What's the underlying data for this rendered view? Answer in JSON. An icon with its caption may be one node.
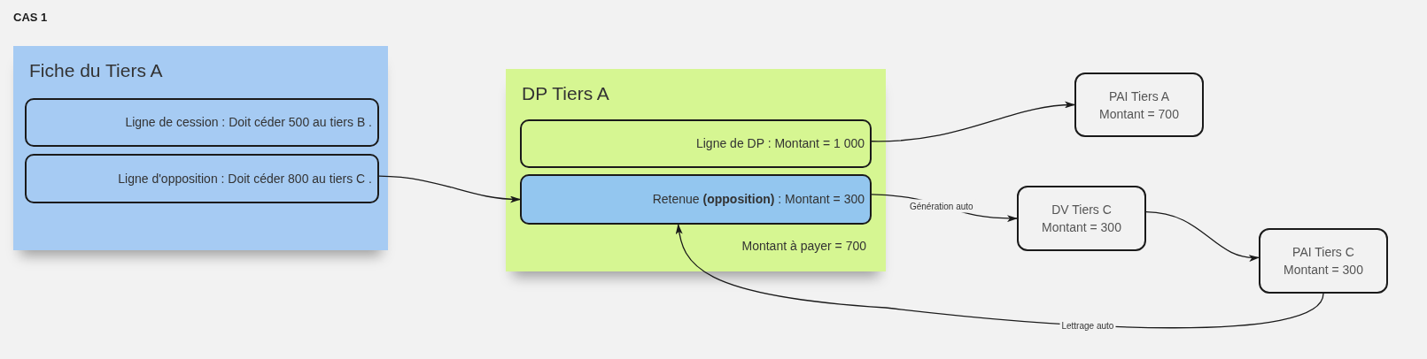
{
  "diagram": {
    "title": "CAS 1",
    "nodes": [
      {
        "text": [
          "Fiche du Tiers A"
        ]
      },
      {
        "text": [
          "Ligne de cession : Doit céder 500 au tiers B ."
        ],
        "in": 0
      },
      {
        "text": [
          "Ligne d'opposition : Doit céder 800 au tiers C ."
        ],
        "in": 0
      },
      {
        "text": [
          "DP Tiers A",
          "Montant à payer = 700"
        ]
      },
      {
        "text": [
          "Ligne de DP : Montant = 1 000"
        ],
        "in": 3
      },
      {
        "text": [
          "Retenue **(opposition)** : Montant = 300"
        ],
        "in": 3
      },
      {
        "text": [
          "PAI Tiers A",
          "Montant = 700"
        ]
      },
      {
        "text": [
          "DV Tiers C",
          "Montant = 300"
        ]
      },
      {
        "text": [
          "PAI Tiers C",
          "Montant = 300"
        ]
      }
    ],
    "edges": [
      {
        "from": 2,
        "to": 5,
        "arrow": "to"
      },
      {
        "from": 4,
        "to": 6,
        "arrow": "to"
      },
      {
        "from": 5,
        "to": 7,
        "arrow": "to",
        "label": "Génération auto"
      },
      {
        "from": 7,
        "to": 8,
        "arrow": "to"
      },
      {
        "from": 8,
        "to": 5,
        "arrow": "to",
        "label": "Lettrage auto"
      }
    ]
  }
}
